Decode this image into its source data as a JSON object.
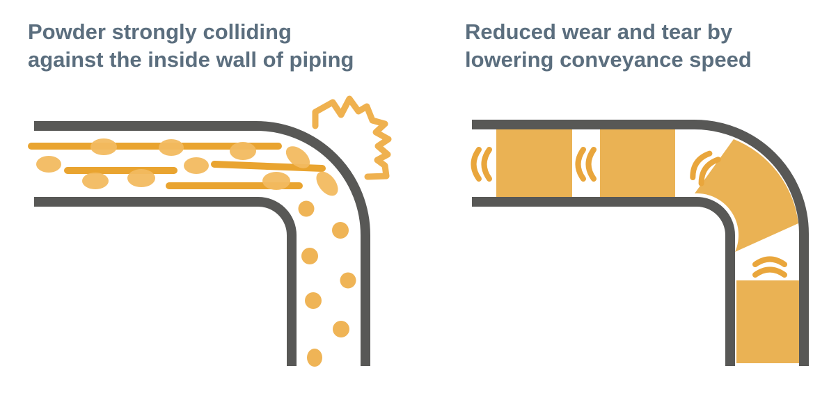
{
  "page": {
    "background": "#ffffff"
  },
  "colors": {
    "title_text": "#5b6e7e",
    "pipe_wall": "#585856",
    "powder_streak": "#e9a430",
    "powder_grain": "#f2ba60",
    "powder_dot": "#efb456",
    "powder_slug": "#eab254",
    "vibration_arc": "#e9a63c",
    "collision_burst": "#efb14f"
  },
  "left_panel": {
    "title_lines": [
      "Powder strongly colliding",
      "against the inside wall of piping"
    ],
    "icon": "collision-burst"
  },
  "right_panel": {
    "title_lines": [
      "Reduced wear and tear by",
      "lowering conveyance speed"
    ],
    "icon": "vibration-arcs"
  }
}
